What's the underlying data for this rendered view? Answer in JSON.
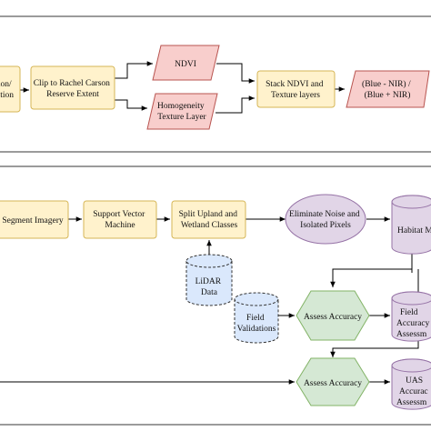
{
  "diagram": {
    "top": {
      "classification_partial": [
        "ation/",
        "ation"
      ],
      "clip": [
        "Clip to Rachel Carson",
        "Reserve Extent"
      ],
      "ndvi": [
        "NDVI"
      ],
      "homogeneity": [
        "Homogeneity",
        "Texture Layer"
      ],
      "stack": [
        "Stack NDVI and",
        "Texture layers"
      ],
      "formula": [
        "(Blue - NIR) /",
        "(Blue + NIR)"
      ]
    },
    "bottom": {
      "segment": [
        "Segment Imagery"
      ],
      "svm": [
        "Support Vector",
        "Machine"
      ],
      "split": [
        "Split Upland and",
        "Wetland Classes"
      ],
      "noise": [
        "Eliminate Noise and",
        "Isolated Pixels"
      ],
      "habitat": [
        "Habitat M"
      ],
      "lidar": [
        "LiDAR",
        "Data"
      ],
      "field_validations": [
        "Field",
        "Validations"
      ],
      "assess1": [
        "Assess Accuracy"
      ],
      "field_accuracy": [
        "Field",
        "Accuracy",
        "Assessm"
      ],
      "assess2": [
        "Assess Accuracy"
      ],
      "uas_accuracy": [
        "UAS",
        "Accurac",
        "Assessm"
      ]
    }
  }
}
